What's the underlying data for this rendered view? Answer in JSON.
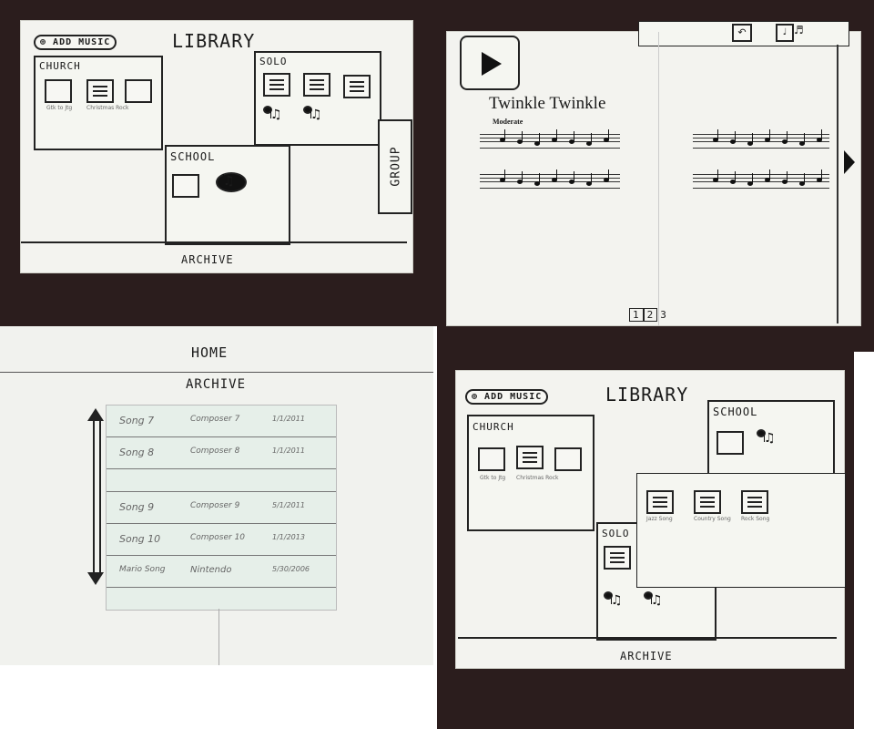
{
  "library1": {
    "add_music": "ADD MUSIC",
    "title": "LIBRARY",
    "church": {
      "title": "CHURCH",
      "captions": [
        "Gtk to Jtg",
        "Christmas Rock"
      ]
    },
    "solo": {
      "title": "SOLO"
    },
    "school": {
      "title": "SCHOOL"
    },
    "group_tab": "GROUP",
    "archive": "ARCHIVE"
  },
  "sheet": {
    "song_title": "Twinkle Twinkle",
    "tempo": "Moderate",
    "pages": [
      "1",
      "2",
      "3"
    ],
    "play_icon": "play-icon",
    "next_icon": "next-page-icon"
  },
  "archive_view": {
    "home": "HOME",
    "title": "ARCHIVE",
    "rows": [
      {
        "song": "Song 7",
        "composer": "Composer 7",
        "date": "1/1/2011"
      },
      {
        "song": "Song 8",
        "composer": "Composer 8",
        "date": "1/1/2011"
      },
      {
        "song": "",
        "composer": "",
        "date": ""
      },
      {
        "song": "Song 9",
        "composer": "Composer 9",
        "date": "5/1/2011"
      },
      {
        "song": "Song 10",
        "composer": "Composer 10",
        "date": "1/1/2013"
      },
      {
        "song": "Mario Song",
        "composer": "Nintendo",
        "date": "5/30/2006"
      }
    ]
  },
  "library2": {
    "add_music": "ADD MUSIC",
    "title": "LIBRARY",
    "church": {
      "title": "CHURCH",
      "captions": [
        "Gtk to Jtg",
        "Christmas Rock"
      ]
    },
    "school": {
      "title": "SCHOOL"
    },
    "solo": {
      "title": "SOLO",
      "captions": [
        "Jazz Song",
        "Country Song",
        "Rock Song"
      ]
    },
    "archive": "ARCHIVE"
  }
}
